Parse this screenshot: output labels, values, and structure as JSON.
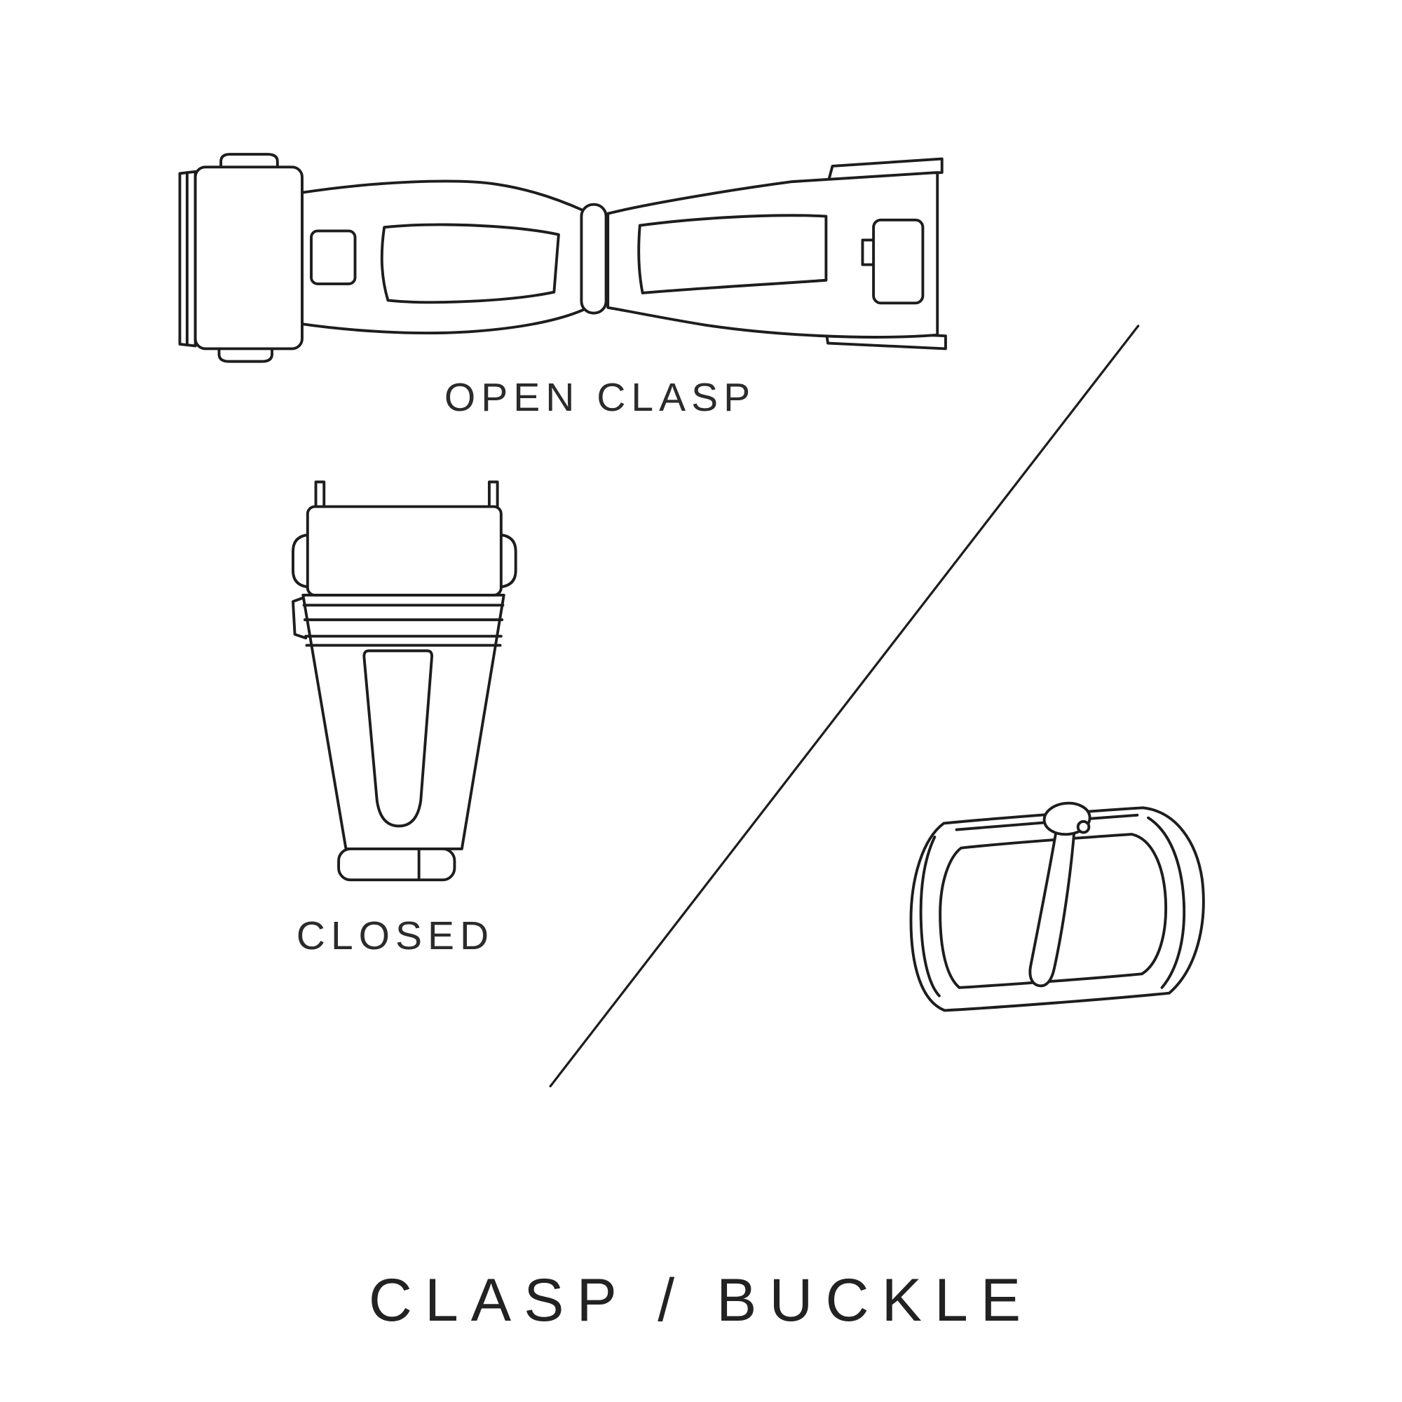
{
  "canvas": {
    "background": "#ffffff",
    "ink": "#1d1d1d",
    "text_color": "#2b2b2b"
  },
  "labels": {
    "open_clasp": "OPEN CLASP",
    "closed": "CLOSED"
  },
  "title": "CLASP / BUCKLE",
  "figures": [
    {
      "name": "open-clasp-drawing"
    },
    {
      "name": "closed-clasp-drawing"
    },
    {
      "name": "tang-buckle-drawing"
    },
    {
      "name": "diagonal-divider"
    }
  ]
}
